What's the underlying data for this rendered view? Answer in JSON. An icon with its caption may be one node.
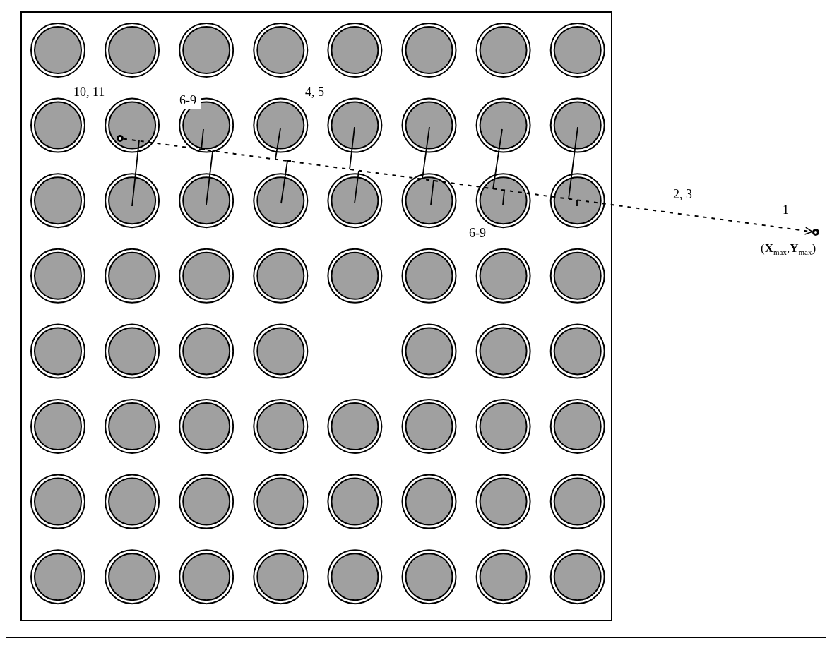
{
  "diagram": {
    "nodes": [
      {
        "text": [],
        "shape": "circle"
      },
      {
        "text": [],
        "shape": "circle",
        "beside": [
          "(**X**$_{max}$,**Y**$_{max}$)"
        ]
      }
    ],
    "edges": [
      {
        "from": 0,
        "to": 1,
        "arrow": "to",
        "style": "dashed"
      }
    ],
    "labels": [
      "10, 11",
      "6-9",
      "4, 5",
      "6-9",
      "2, 3",
      "1"
    ]
  }
}
